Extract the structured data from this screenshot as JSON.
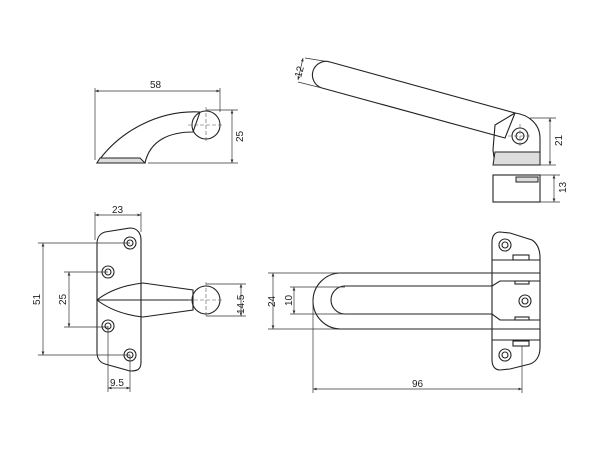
{
  "title": "Door guard technical drawing",
  "dimensions": {
    "side_width": "58",
    "side_height": "25",
    "arm_thickness": "12",
    "arm_base_height": "21",
    "block_height": "13",
    "plate_width": "23",
    "hole_spacing_outer": "51",
    "hole_spacing_inner": "25",
    "ball_diameter": "14.5",
    "hole_offset": "9.5",
    "loop_width": "24",
    "slot_width": "10",
    "loop_length": "96"
  }
}
